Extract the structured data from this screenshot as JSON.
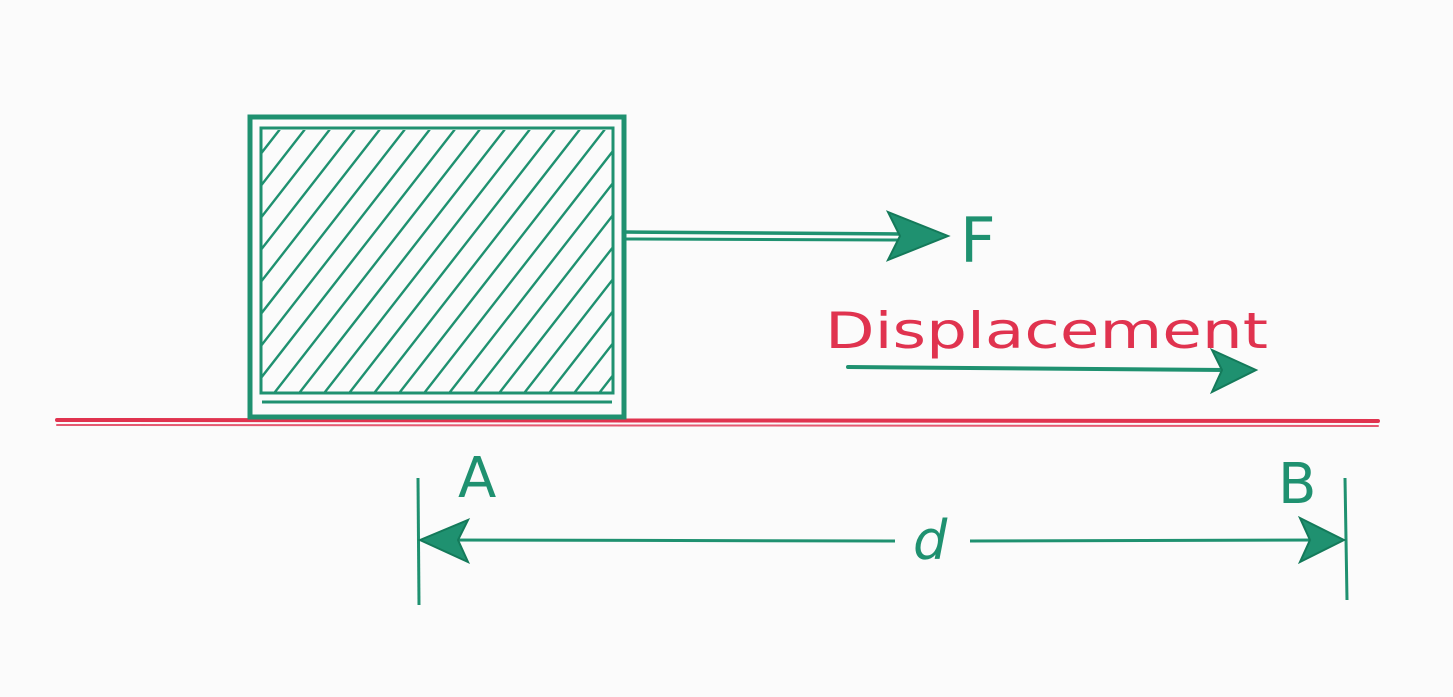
{
  "labels": {
    "force": "F",
    "displacement": "Displacement",
    "point_a": "A",
    "point_b": "B",
    "distance": "d"
  },
  "colors": {
    "ink_green": "#1f9170",
    "ink_dark_green": "#147a5a",
    "ink_red": "#e0334f",
    "paper": "#fbfbfb"
  }
}
